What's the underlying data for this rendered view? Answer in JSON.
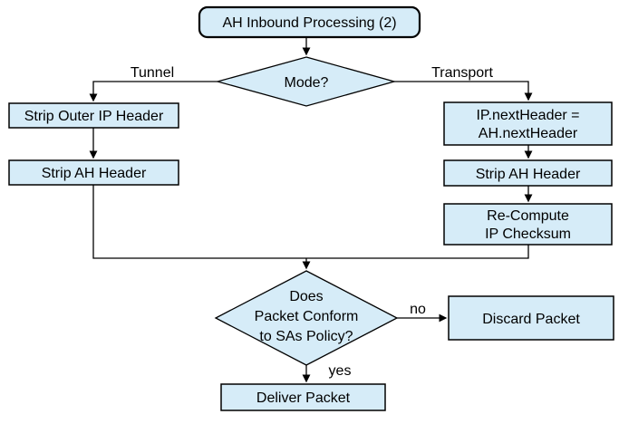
{
  "colors": {
    "fill": "#d6ecf8",
    "stroke": "#000000",
    "bg": "#ffffff"
  },
  "nodes": {
    "start": "AH Inbound Processing (2)",
    "mode": "Mode?",
    "strip_outer_ip": "Strip Outer IP Header",
    "strip_ah_left": "Strip AH Header",
    "ip_next_header": {
      "line1": "IP.nextHeader =",
      "line2": "AH.nextHeader"
    },
    "strip_ah_right": "Strip AH Header",
    "recompute": {
      "line1": "Re-Compute",
      "line2": "IP Checksum"
    },
    "policy": {
      "line1": "Does",
      "line2": "Packet Conform",
      "line3": "to SAs Policy?"
    },
    "discard": "Discard Packet",
    "deliver": "Deliver Packet"
  },
  "edge_labels": {
    "tunnel": "Tunnel",
    "transport": "Transport",
    "no": "no",
    "yes": "yes"
  }
}
